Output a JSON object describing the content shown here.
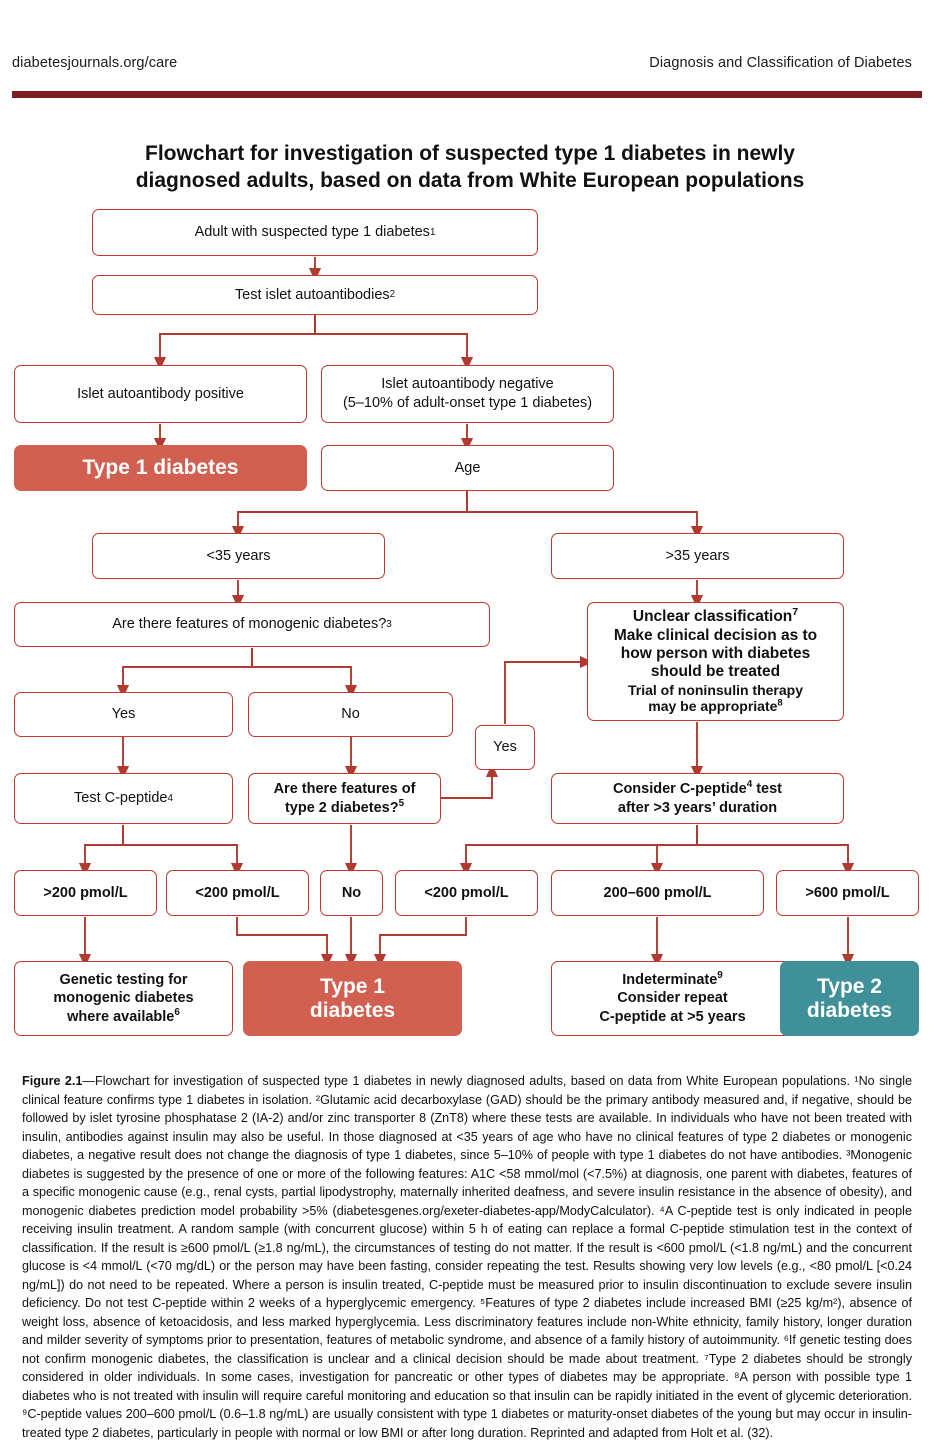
{
  "runninghead": {
    "left": "diabetesjournals.org/care",
    "right": "Diagnosis and Classification of Diabetes",
    "rule_color": "#7d1f22"
  },
  "figure": {
    "title_line1": "Flowchart for investigation of suspected type 1 diabetes in newly",
    "title_line2": "diagnosed adults, based on data from White European populations"
  },
  "colors": {
    "box_stroke": "#c0392f",
    "type1_fill": "#d16051",
    "type2_fill": "#3f9099",
    "arrow": "#b03a30"
  },
  "chart_data": {
    "type": "diagram",
    "title": "Flowchart for investigation of suspected type 1 diabetes in newly diagnosed adults, based on data from White European populations",
    "nodes": [
      {
        "id": "n1",
        "label": "Adult with suspected type 1 diabetes",
        "sup": "1",
        "style": "outline"
      },
      {
        "id": "n2",
        "label": "Test islet autoantibodies",
        "sup": "2",
        "style": "outline"
      },
      {
        "id": "n3",
        "label": "Islet autoantibody positive",
        "style": "outline"
      },
      {
        "id": "n4",
        "label": "Islet autoantibody negative",
        "label2": "(5–10% of adult-onset type 1 diabetes)",
        "style": "outline"
      },
      {
        "id": "n5",
        "label": "Type 1 diabetes",
        "style": "filled-red"
      },
      {
        "id": "n6",
        "label": "Age",
        "style": "outline"
      },
      {
        "id": "n7",
        "label": "<35 years",
        "style": "outline"
      },
      {
        "id": "n8",
        "label": ">35 years",
        "style": "outline"
      },
      {
        "id": "n9",
        "label": "Are there features of monogenic diabetes?",
        "sup": "3",
        "style": "outline"
      },
      {
        "id": "n10",
        "label": "Unclear classification",
        "sup": "7",
        "label2": "Make clinical decision as to",
        "label3": "how person with diabetes",
        "label4": "should be treated",
        "label5": "Trial of noninsulin therapy",
        "label6": "may be appropriate",
        "sup6": "8",
        "style": "outline"
      },
      {
        "id": "n11",
        "label": "Yes",
        "style": "outline"
      },
      {
        "id": "n12",
        "label": "No",
        "style": "outline"
      },
      {
        "id": "n13",
        "label": "Yes",
        "style": "outline"
      },
      {
        "id": "n14",
        "label": "Test C-peptide",
        "sup": "4",
        "style": "outline"
      },
      {
        "id": "n15",
        "label": "Are there features of",
        "label2": "type 2 diabetes?",
        "sup2": "5",
        "style": "outline"
      },
      {
        "id": "n16",
        "label": "Consider C-peptide",
        "sup": "4",
        "label_tail": " test",
        "label2": "after >3 years’ duration",
        "style": "outline"
      },
      {
        "id": "n17",
        "label": ">200 pmol/L",
        "style": "outline"
      },
      {
        "id": "n18",
        "label": "<200 pmol/L",
        "style": "outline"
      },
      {
        "id": "n19",
        "label": "No",
        "style": "outline"
      },
      {
        "id": "n20",
        "label": "<200 pmol/L",
        "style": "outline"
      },
      {
        "id": "n21",
        "label": "200–600 pmol/L",
        "style": "outline"
      },
      {
        "id": "n22",
        "label": ">600 pmol/L",
        "style": "outline"
      },
      {
        "id": "n23",
        "label": "Genetic testing for",
        "label2": "monogenic diabetes",
        "label3": "where available",
        "sup3": "6",
        "style": "outline"
      },
      {
        "id": "n24",
        "label": "Type 1",
        "label2": "diabetes",
        "style": "filled-red"
      },
      {
        "id": "n25",
        "label": "Indeterminate",
        "sup": "9",
        "label2": "Consider repeat",
        "label3": "C-peptide at >5 years",
        "style": "outline"
      },
      {
        "id": "n26",
        "label": "Type 2",
        "label2": "diabetes",
        "style": "filled-teal"
      }
    ],
    "edges": [
      {
        "from": "n1",
        "to": "n2"
      },
      {
        "from": "n2",
        "to": "n3"
      },
      {
        "from": "n2",
        "to": "n4"
      },
      {
        "from": "n3",
        "to": "n5"
      },
      {
        "from": "n4",
        "to": "n6"
      },
      {
        "from": "n6",
        "to": "n7"
      },
      {
        "from": "n6",
        "to": "n8"
      },
      {
        "from": "n7",
        "to": "n9"
      },
      {
        "from": "n8",
        "to": "n10"
      },
      {
        "from": "n9",
        "to": "n11"
      },
      {
        "from": "n9",
        "to": "n12"
      },
      {
        "from": "n11",
        "to": "n14"
      },
      {
        "from": "n12",
        "to": "n15"
      },
      {
        "from": "n15",
        "to": "n13",
        "label": "Yes"
      },
      {
        "from": "n13",
        "to": "n10"
      },
      {
        "from": "n10",
        "to": "n16"
      },
      {
        "from": "n14",
        "to": "n17"
      },
      {
        "from": "n14",
        "to": "n18"
      },
      {
        "from": "n15",
        "to": "n19"
      },
      {
        "from": "n16",
        "to": "n20"
      },
      {
        "from": "n16",
        "to": "n21"
      },
      {
        "from": "n16",
        "to": "n22"
      },
      {
        "from": "n17",
        "to": "n23"
      },
      {
        "from": "n18",
        "to": "n24"
      },
      {
        "from": "n19",
        "to": "n24"
      },
      {
        "from": "n20",
        "to": "n24"
      },
      {
        "from": "n21",
        "to": "n25"
      },
      {
        "from": "n22",
        "to": "n26"
      }
    ]
  },
  "boxes": {
    "b1_adult": "Adult with suspected type 1 diabetes",
    "b1_sup": "1",
    "b2_test": "Test islet autoantibodies",
    "b2_sup": "2",
    "b3_pos": "Islet autoantibody positive",
    "b4_neg_l1": "Islet autoantibody negative",
    "b4_neg_l2": "(5–10% of adult-onset type 1 diabetes)",
    "b5_type1": "Type 1 diabetes",
    "b6_age": "Age",
    "b7_lt35": "<35 years",
    "b8_gt35": ">35 years",
    "b9_mono": "Are there features of monogenic diabetes?",
    "b9_sup": "3",
    "b10_l1": "Unclear classification",
    "b10_sup1": "7",
    "b10_l2": "Make clinical decision as to",
    "b10_l3": "how person with diabetes",
    "b10_l4": "should be treated",
    "b10_l5": "Trial of noninsulin therapy",
    "b10_l6": "may be appropriate",
    "b10_sup6": "8",
    "b11_yes": "Yes",
    "b12_no": "No",
    "b13_yes": "Yes",
    "b14_cpep": "Test C-peptide",
    "b14_sup": "4",
    "b15_l1": "Are there features of",
    "b15_l2": "type 2 diabetes?",
    "b15_sup": "5",
    "b16_l1a": "Consider C-peptide",
    "b16_sup": "4",
    "b16_l1b": " test",
    "b16_l2": "after >3 years’ duration",
    "b17": ">200 pmol/L",
    "b18": "<200 pmol/L",
    "b19": "No",
    "b20": "<200 pmol/L",
    "b21": "200–600 pmol/L",
    "b22": ">600 pmol/L",
    "b23_l1": "Genetic testing for",
    "b23_l2": "monogenic diabetes",
    "b23_l3": "where available",
    "b23_sup": "6",
    "b24_l1": "Type 1",
    "b24_l2": "diabetes",
    "b25_l1": "Indeterminate",
    "b25_sup": "9",
    "b25_l2": "Consider repeat",
    "b25_l3": "C-peptide at >5 years",
    "b26_l1": "Type 2",
    "b26_l2": "diabetes"
  },
  "caption": {
    "label": "Figure 2.1",
    "text": "—Flowchart for investigation of suspected type 1 diabetes in newly diagnosed adults, based on data from White European populations. ¹No single clinical feature confirms type 1 diabetes in isolation. ²Glutamic acid decarboxylase (GAD) should be the primary antibody measured and, if negative, should be followed by islet tyrosine phosphatase 2 (IA-2) and/or zinc transporter 8 (ZnT8) where these tests are available. In individuals who have not been treated with insulin, antibodies against insulin may also be useful. In those diagnosed at <35 years of age who have no clinical features of type 2 diabetes or monogenic diabetes, a negative result does not change the diagnosis of type 1 diabetes, since 5–10% of people with type 1 diabetes do not have antibodies. ³Monogenic diabetes is suggested by the presence of one or more of the following features: A1C <58 mmol/mol (<7.5%) at diagnosis, one parent with diabetes, features of a specific monogenic cause (e.g., renal cysts, partial lipodystrophy, maternally inherited deafness, and severe insulin resistance in the absence of obesity), and monogenic diabetes prediction model probability >5% (diabetesgenes.org/exeter-diabetes-app/ModyCalculator). ⁴A C-peptide test is only indicated in people receiving insulin treatment. A random sample (with concurrent glucose) within 5 h of eating can replace a formal C-peptide stimulation test in the context of classification. If the result is ≥600 pmol/L (≥1.8 ng/mL), the circumstances of testing do not matter. If the result is <600 pmol/L (<1.8 ng/mL) and the concurrent glucose is <4 mmol/L (<70 mg/dL) or the person may have been fasting, consider repeating the test. Results showing very low levels (e.g., <80 pmol/L [<0.24 ng/mL]) do not need to be repeated. Where a person is insulin treated, C-peptide must be measured prior to insulin discontinuation to exclude severe insulin deficiency. Do not test C-peptide within 2 weeks of a hyperglycemic emergency. ⁵Features of type 2 diabetes include increased BMI (≥25 kg/m²), absence of weight loss, absence of ketoacidosis, and less marked hyperglycemia. Less discriminatory features include non-White ethnicity, family history, longer duration and milder severity of symptoms prior to presentation, features of metabolic syndrome, and absence of a family history of autoimmunity. ⁶If genetic testing does not confirm monogenic diabetes, the classification is unclear and a clinical decision should be made about treatment. ⁷Type 2 diabetes should be strongly considered in older individuals. In some cases, investigation for pancreatic or other types of diabetes may be appropriate. ⁸A person with possible type 1 diabetes who is not treated with insulin will require careful monitoring and education so that insulin can be rapidly initiated in the event of glycemic deterioration. ⁹C-peptide values 200–600 pmol/L (0.6–1.8 ng/mL) are usually consistent with type 1 diabetes or maturity-onset diabetes of the young but may occur in insulin-treated type 2 diabetes, particularly in people with normal or low BMI or after long duration. Reprinted and adapted from Holt et al. (32)."
  }
}
